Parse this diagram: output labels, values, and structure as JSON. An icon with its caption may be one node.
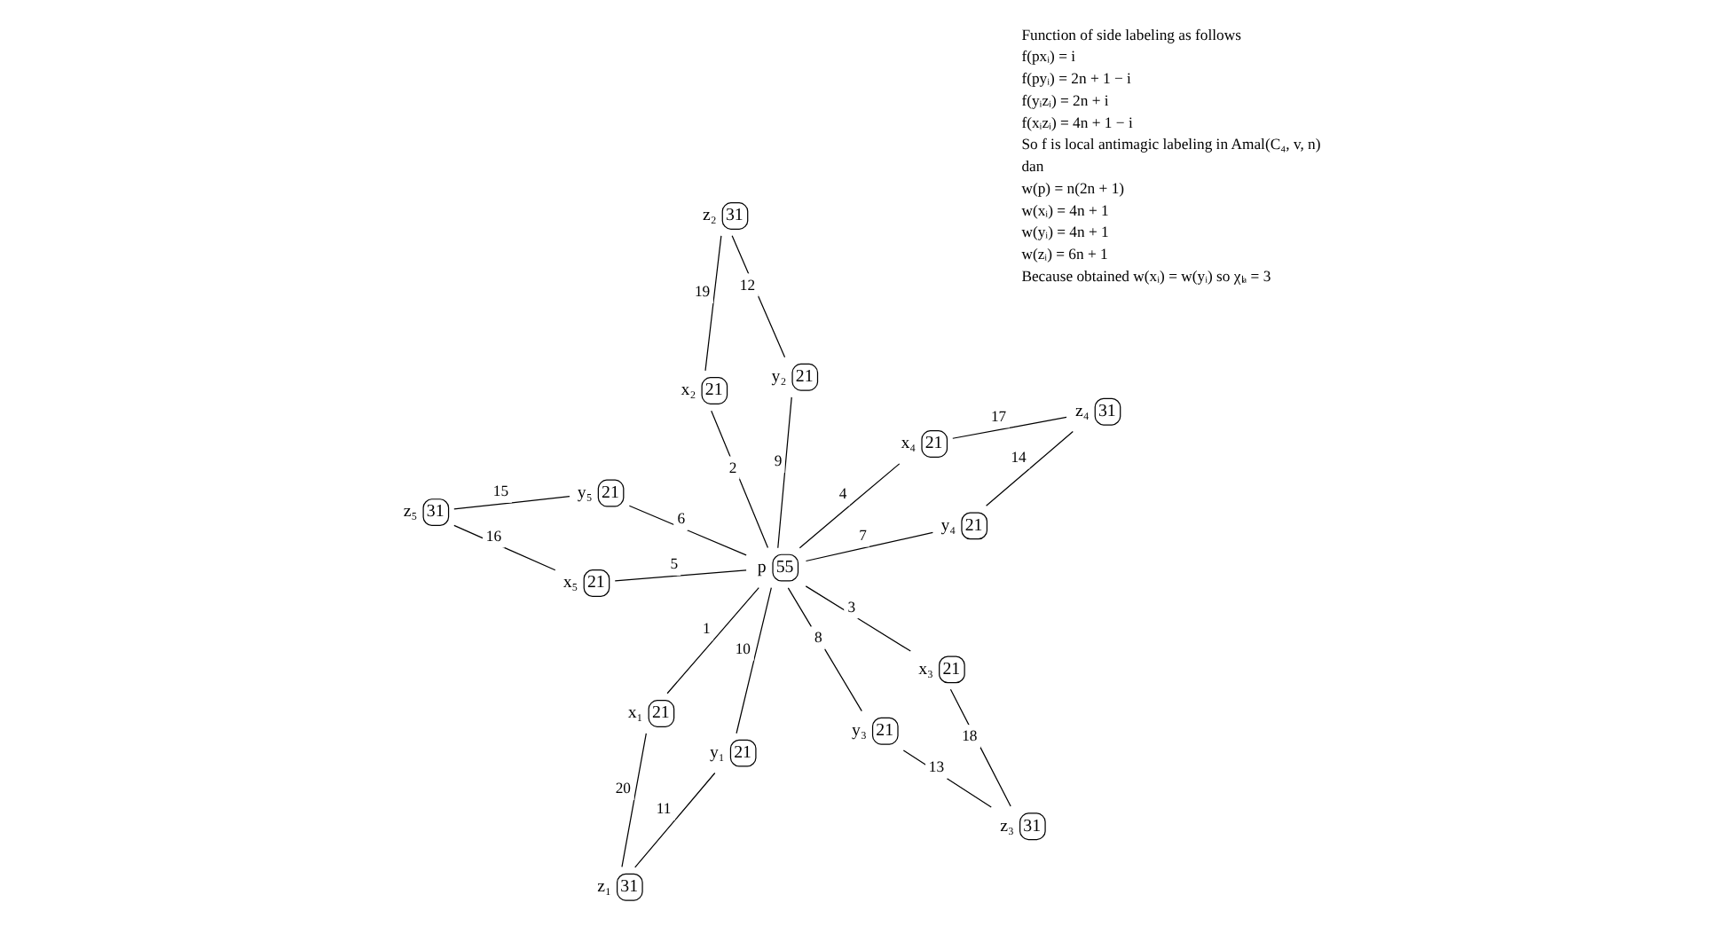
{
  "diagram": {
    "nodes": [
      {
        "text": [
          "p",
          "55"
        ]
      },
      {
        "text": [
          "x₁",
          "21"
        ]
      },
      {
        "text": [
          "y₁",
          "21"
        ]
      },
      {
        "text": [
          "z₁",
          "31"
        ]
      },
      {
        "text": [
          "x₂",
          "21"
        ]
      },
      {
        "text": [
          "y₂",
          "21"
        ]
      },
      {
        "text": [
          "z₂",
          "31"
        ]
      },
      {
        "text": [
          "x₃",
          "21"
        ]
      },
      {
        "text": [
          "y₃",
          "21"
        ]
      },
      {
        "text": [
          "z₃",
          "31"
        ]
      },
      {
        "text": [
          "x₄",
          "21"
        ]
      },
      {
        "text": [
          "y₄",
          "21"
        ]
      },
      {
        "text": [
          "z₄",
          "31"
        ]
      },
      {
        "text": [
          "x₅",
          "21"
        ]
      },
      {
        "text": [
          "y₅",
          "21"
        ]
      },
      {
        "text": [
          "z₅",
          "31"
        ]
      }
    ],
    "edges": [
      {
        "from": 0,
        "to": 1,
        "arrow": "none",
        "label": "1"
      },
      {
        "from": 1,
        "to": 3,
        "arrow": "none",
        "label": "20"
      },
      {
        "from": 3,
        "to": 2,
        "arrow": "none",
        "label": "11"
      },
      {
        "from": 2,
        "to": 0,
        "arrow": "none",
        "label": "10"
      },
      {
        "from": 0,
        "to": 4,
        "arrow": "none",
        "label": "2"
      },
      {
        "from": 4,
        "to": 6,
        "arrow": "none",
        "label": "19"
      },
      {
        "from": 6,
        "to": 5,
        "arrow": "none",
        "label": "12"
      },
      {
        "from": 5,
        "to": 0,
        "arrow": "none",
        "label": "9"
      },
      {
        "from": 0,
        "to": 7,
        "arrow": "none",
        "label": "3"
      },
      {
        "from": 7,
        "to": 9,
        "arrow": "none",
        "label": "18"
      },
      {
        "from": 9,
        "to": 8,
        "arrow": "none",
        "label": "13"
      },
      {
        "from": 8,
        "to": 0,
        "arrow": "none",
        "label": "8"
      },
      {
        "from": 0,
        "to": 10,
        "arrow": "none",
        "label": "4"
      },
      {
        "from": 10,
        "to": 12,
        "arrow": "none",
        "label": "17"
      },
      {
        "from": 12,
        "to": 11,
        "arrow": "none",
        "label": "14"
      },
      {
        "from": 11,
        "to": 0,
        "arrow": "none",
        "label": "7"
      },
      {
        "from": 0,
        "to": 13,
        "arrow": "none",
        "label": "5"
      },
      {
        "from": 13,
        "to": 15,
        "arrow": "none",
        "label": "16"
      },
      {
        "from": 15,
        "to": 14,
        "arrow": "none",
        "label": "15"
      },
      {
        "from": 14,
        "to": 0,
        "arrow": "none",
        "label": "6"
      }
    ],
    "labels": [
      "Function of side labeling as follows",
      "f(pxᵢ) = i",
      "f(pyᵢ) = 2n + 1 − i",
      "f(yᵢzᵢ) = 2n + i",
      "f(xᵢzᵢ) = 4n + 1 − i",
      "So f is local antimagic labeling in Amal(C₄, v, n)",
      "dan",
      "w(p) = n(2n + 1)",
      "w(xᵢ) = 4n + 1",
      "w(yᵢ) = 4n + 1",
      "w(zᵢ) = 6n + 1",
      "Because obtained w(xᵢ) = w(yᵢ) so χₗₐ = 3"
    ]
  }
}
